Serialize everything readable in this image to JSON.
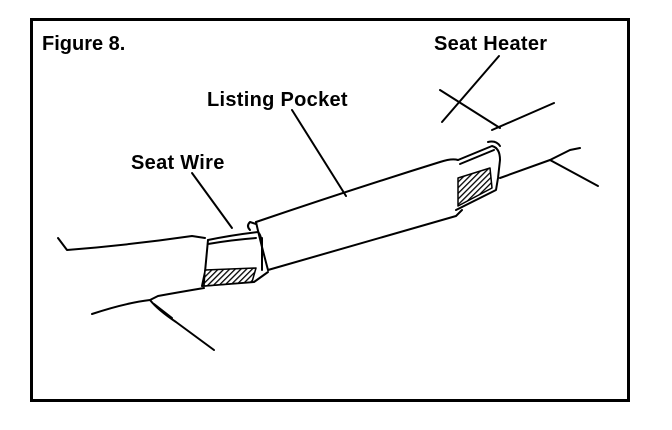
{
  "figure": {
    "label": "Figure 8.",
    "labels": {
      "seat_heater": "Seat Heater",
      "listing_pocket": "Listing Pocket",
      "seat_wire": "Seat Wire"
    }
  },
  "colors": {
    "ink": "#000000",
    "paper": "#ffffff"
  }
}
